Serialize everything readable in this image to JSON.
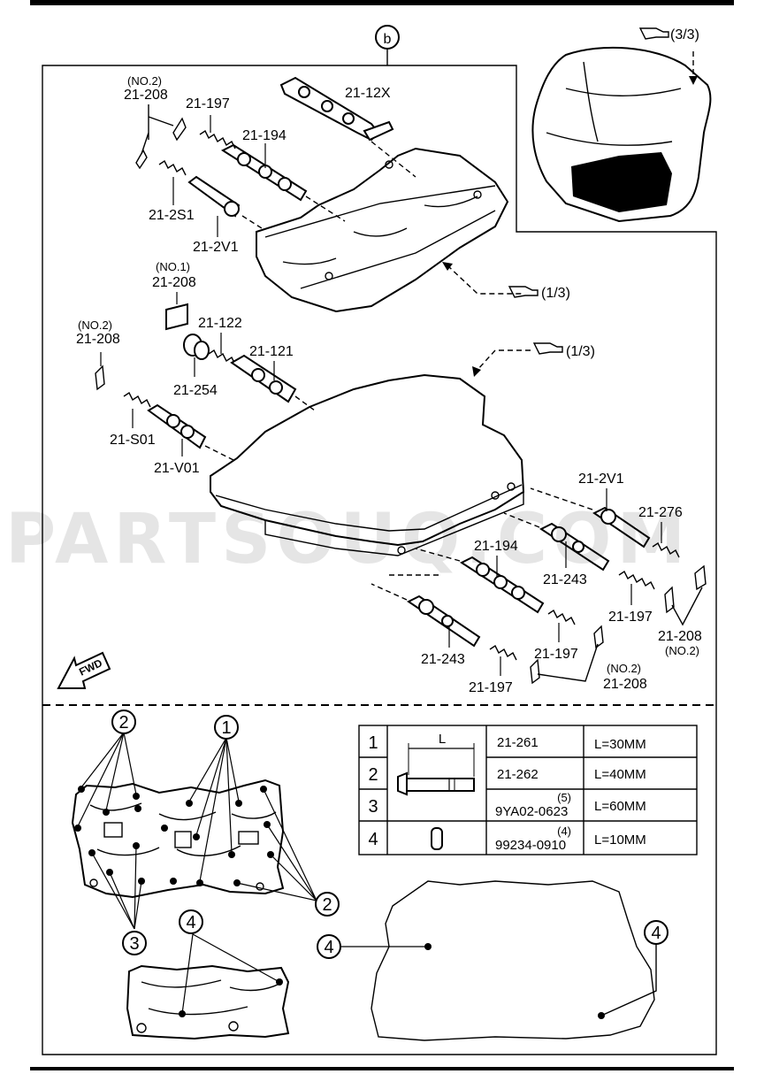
{
  "header": {
    "detail_marker": "b"
  },
  "references": {
    "view_1_3": "(1/3)",
    "view_3_3": "(3/3)"
  },
  "upper_labels": {
    "no2_a": "(NO.2)",
    "clip_a": "21-208",
    "spring_197": "21-197",
    "valve_194": "21-194",
    "valve_12x": "21-12X",
    "spring_2s1": "21-2S1",
    "valve_2v1": "21-2V1",
    "no1": "(NO.1)",
    "plate_208": "21-208",
    "no2_b": "(NO.2)",
    "clip_b": "21-208",
    "spring_122": "21-122",
    "valve_121": "21-121",
    "plug_254": "21-254",
    "spring_s01": "21-S01",
    "valve_v01": "21-V01"
  },
  "lower_labels": {
    "valve_2v1": "21-2V1",
    "spring_276": "21-276",
    "valve_194": "21-194",
    "valve_243_a": "21-243",
    "spring_197_a": "21-197",
    "clip_208_a": "21-208",
    "no2_a": "(NO.2)",
    "valve_243_b": "21-243",
    "spring_197_b": "21-197",
    "spring_197_c": "21-197",
    "no2_b": "(NO.2)",
    "clip_208_b": "21-208"
  },
  "fwd_label": "FWD",
  "watermark": "PARTSOUQ.COM",
  "callouts": {
    "c1": "1",
    "c2": "2",
    "c3": "3",
    "c4": "4"
  },
  "bolt_table": {
    "dimension_label": "L",
    "rows": [
      {
        "index": "1",
        "note": "",
        "part": "21-261",
        "length": "L=30MM"
      },
      {
        "index": "2",
        "note": "",
        "part": "21-262",
        "length": "L=40MM"
      },
      {
        "index": "3",
        "note": "(5)",
        "part": "9YA02-0623",
        "length": "L=60MM"
      },
      {
        "index": "4",
        "note": "(4)",
        "part": "99234-0910",
        "length": "L=10MM"
      }
    ]
  }
}
